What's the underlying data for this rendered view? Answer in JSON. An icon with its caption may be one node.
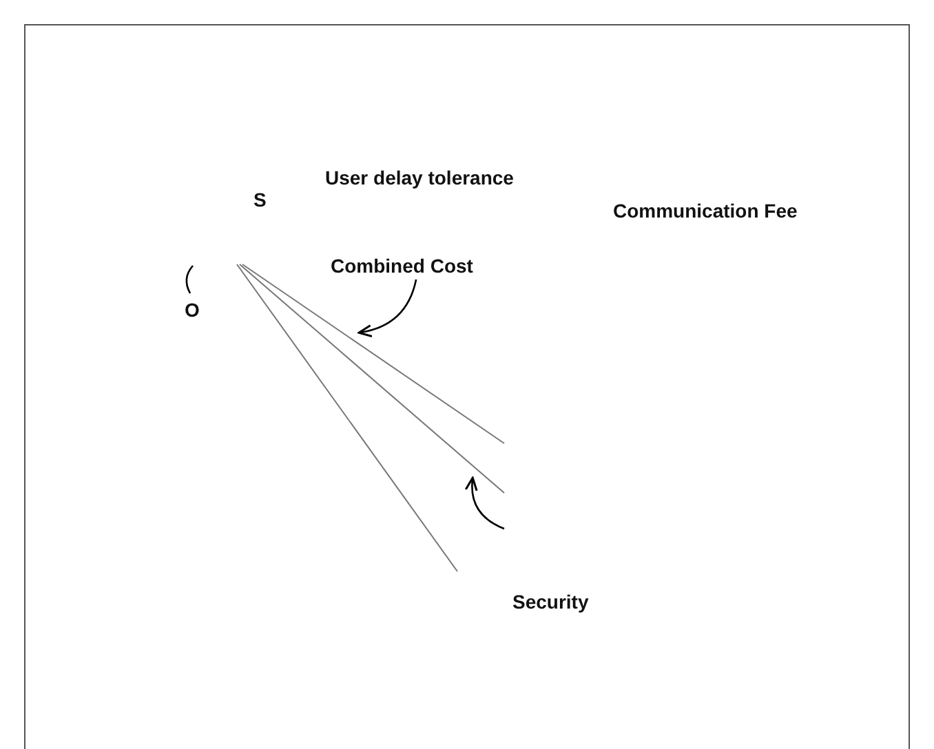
{
  "diagram": {
    "nodes": [
      {
        "text": [
          "Combined Cost"
        ]
      },
      {
        "text": [],
        "shape": "line"
      }
    ],
    "edges": [
      {
        "from": 0,
        "to": 1,
        "arrow": "to"
      }
    ],
    "labels": [
      "User delay tolerance",
      "S",
      "Communication Fee",
      "O",
      "Security"
    ]
  }
}
